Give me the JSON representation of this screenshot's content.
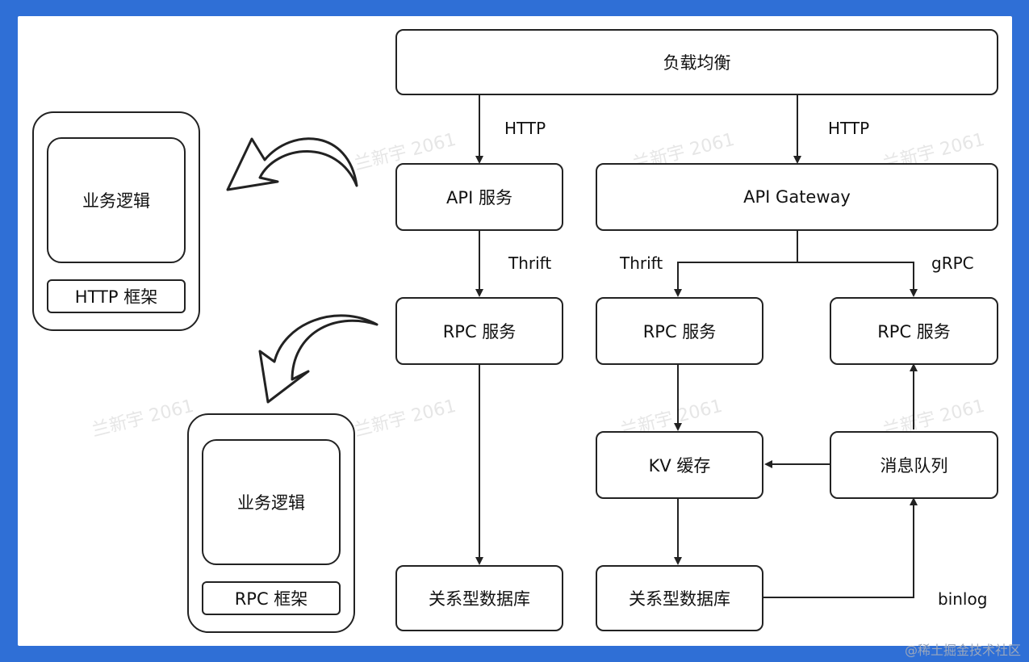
{
  "load_balancer": "负载均衡",
  "api_service": "API 服务",
  "api_gateway": "API Gateway",
  "rpc_service_left": "RPC 服务",
  "rpc_service_mid": "RPC 服务",
  "rpc_service_right": "RPC 服务",
  "kv_cache": "KV 缓存",
  "message_queue": "消息队列",
  "db_left": "关系型数据库",
  "db_right": "关系型数据库",
  "edge_labels": {
    "http_left": "HTTP",
    "http_right": "HTTP",
    "thrift_left": "Thrift",
    "thrift_right": "Thrift",
    "grpc": "gRPC",
    "binlog": "binlog"
  },
  "http_stack": {
    "business": "业务逻辑",
    "framework": "HTTP 框架"
  },
  "rpc_stack": {
    "business": "业务逻辑",
    "framework": "RPC 框架"
  },
  "watermark": "兰新宇 2061",
  "credit": "@稀土掘金技术社区"
}
